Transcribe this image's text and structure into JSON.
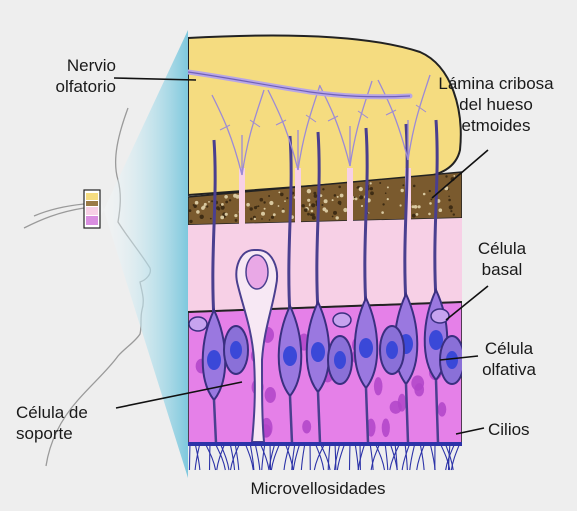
{
  "labels": {
    "nervio_olfatorio": [
      "Nervio",
      "olfatorio"
    ],
    "lamina_cribosa": [
      "Lámina cribosa",
      "del hueso",
      "etmoides"
    ],
    "celula_basal": [
      "Célula",
      "basal"
    ],
    "celula_olfativa": [
      "Célula",
      "olfativa"
    ],
    "celula_soporte": [
      "Célula de",
      "soporte"
    ],
    "cilios": "Cilios",
    "microvellosidades": "Microvellosidades"
  },
  "colors": {
    "background": "#eeeeee",
    "bulb": "#f5dc80",
    "bone": "#7a5a2e",
    "mucosa_pink": "#f7d0e6",
    "epithelium": "#e580e8",
    "neuron": "#4a3f8f",
    "nucleus": "#3a48d8",
    "cilia": "#2c33a8",
    "funnel": "#8fcfe0"
  }
}
